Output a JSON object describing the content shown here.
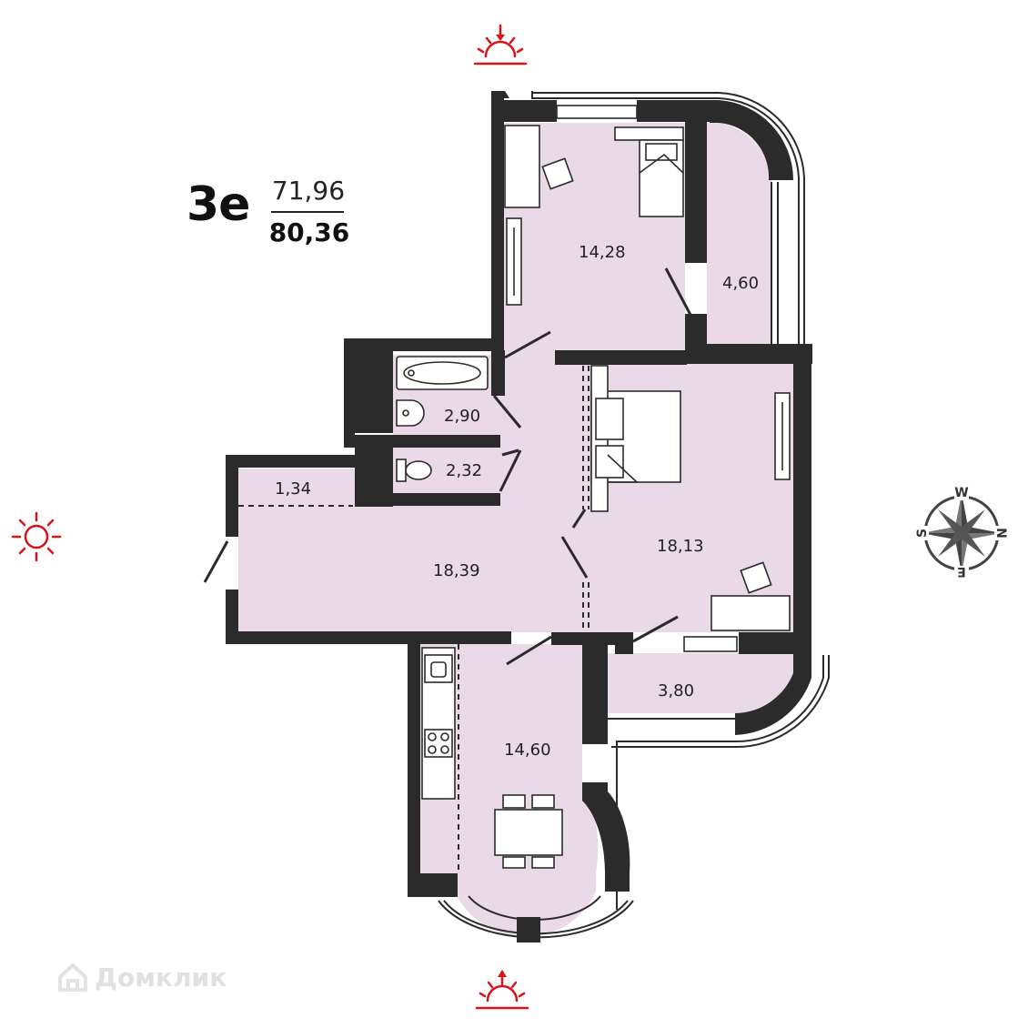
{
  "apartment": {
    "type_label": "3e",
    "living_area": "71,96",
    "total_area": "80,36"
  },
  "rooms": {
    "bedroom_small": "14,28",
    "balcony_top": "4,60",
    "bathroom": "2,90",
    "toilet": "2,32",
    "storage": "1,34",
    "hallway": "18,39",
    "bedroom_large": "18,13",
    "balcony_right": "3,80",
    "kitchen": "14,60"
  },
  "compass": {
    "west": "W",
    "south": "S",
    "north": "N",
    "east": "E"
  },
  "watermark": {
    "text": "Домклик"
  },
  "colors": {
    "room_fill": "#ead9e6",
    "wall": "#2b2b2b",
    "sun": "#d7141a",
    "compass": "#444444"
  },
  "icons": [
    "sunrise-icon",
    "sun-icon",
    "sunset-icon",
    "compass-rose-icon",
    "domclick-logo-icon"
  ]
}
